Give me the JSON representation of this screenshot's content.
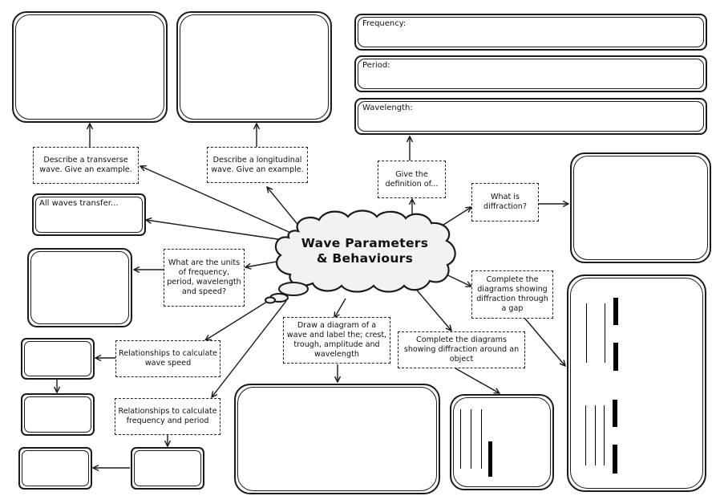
{
  "central_topic": {
    "line1": "Wave Parameters",
    "line2": "& Behaviours"
  },
  "prompts": {
    "transverse": "Describe a transverse wave. Give an example.",
    "longitudinal": "Describe a longitudinal wave. Give an example.",
    "definition": "Give the definition of...",
    "diffraction": "What is diffraction?",
    "units": "What are the units of frequency, period, wavelength and speed?",
    "wave_speed": "Relationships to calculate wave speed",
    "freq_period": "Relationships to calculate frequency and period",
    "draw_diagram": "Draw a diagram of a wave and label the; crest, trough, amplitude and wavelength",
    "around_object": "Complete the diagrams showing diffraction around an object",
    "through_gap": "Complete the diagrams showing diffraction through a gap"
  },
  "answer_boxes": {
    "all_waves_transfer": "All waves transfer...",
    "frequency": "Frequency:",
    "period": "Period:",
    "wavelength": "Wavelength:"
  },
  "colors": {
    "line": "#1a1a1a",
    "cloud_fill": "#f2f2f2",
    "background": "#ffffff"
  }
}
